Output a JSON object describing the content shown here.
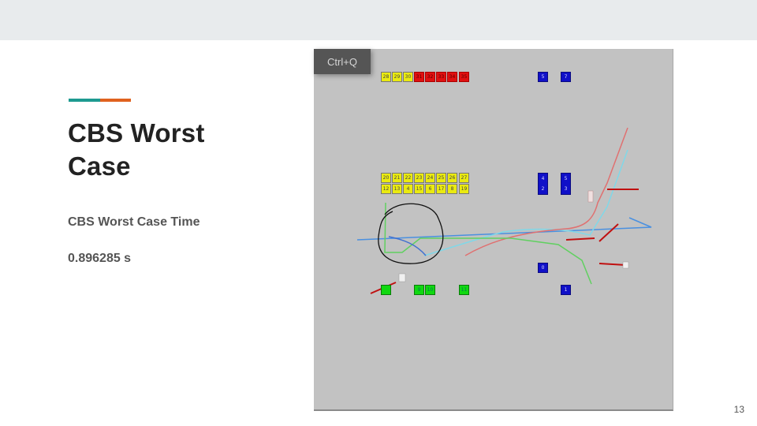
{
  "slide": {
    "title": "CBS Worst Case",
    "subtitle": "CBS Worst Case Time",
    "time_value": "0.896285 s",
    "page_number": "13"
  },
  "simulation": {
    "shortcut_hint": "Ctrl+Q",
    "yellow_top_row": [
      "28",
      "29",
      "30"
    ],
    "red_top_row": [
      "31",
      "32",
      "33",
      "34",
      "35"
    ],
    "yellow_mid_row1": [
      "20",
      "21",
      "22",
      "23",
      "24",
      "25",
      "26",
      "27"
    ],
    "yellow_mid_row2": [
      "12",
      "13",
      "4",
      "15",
      "6",
      "17",
      "8",
      "19"
    ],
    "blue_top": [
      "5",
      "7"
    ],
    "blue_mid_left": [
      "4",
      "2"
    ],
    "blue_mid_right": [
      "5",
      "3"
    ],
    "blue_low": [
      "0",
      "1"
    ],
    "green_row": [
      "9",
      "10",
      "11"
    ],
    "colors": {
      "yellow": "#eaea10",
      "red": "#e01010",
      "blue": "#1010c8",
      "green": "#10d810",
      "background": "#c2c2c2"
    }
  }
}
